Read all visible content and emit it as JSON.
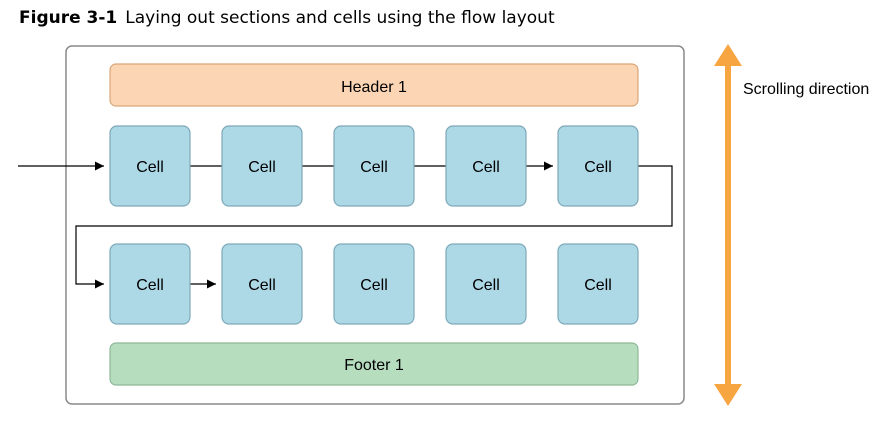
{
  "caption": {
    "label": "Figure 3-1",
    "text": "Laying out sections and cells using the flow layout"
  },
  "header": {
    "label": "Header 1",
    "color": "#FCD5B4",
    "border": "#D9A678"
  },
  "footer": {
    "label": "Footer 1",
    "color": "#B7DDBF",
    "border": "#8DB898"
  },
  "cells": {
    "label": "Cell",
    "color": "#ADD8E6",
    "border": "#7FA9B8",
    "rows": 2,
    "columns": 5
  },
  "scrolling": {
    "label": "Scrolling direction",
    "color": "#F7A541"
  },
  "section_border": "#8A8A8A",
  "flow_line_color": "#000000"
}
